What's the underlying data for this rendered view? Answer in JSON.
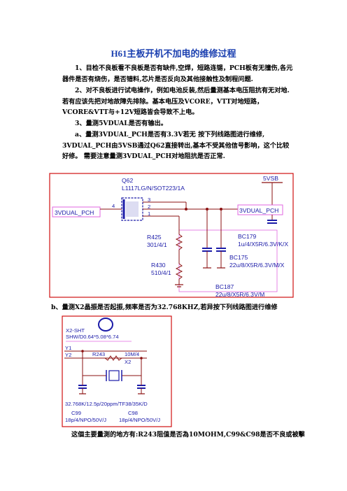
{
  "title": "H61主板开机不加电的维修过程",
  "paragraphs": [
    "1、目检不良板看不良板是否有缺件,空焊，短路连锡，PCH板有无撞伤,各元器件是否有烧伤，是否错料,芯片是否反向及其他接触性及制程问题.",
    "2、对不良板进行试电操作，例如电池反装,然后量测基本电压阻抗有无对地.若有应该先把对地故障先排除。基本电压及VCORE，VTT对地短路，VCORE&VTT与+12V短路皆会导致不上电。",
    "3、量测5VDUAL是否有输出。",
    "a、量测3VDUAL_PCH是否有3.3V若无 按下列线路图进行维修, 3VDUAL_PCH由5VSB通过Q62直接转出,基本不受其他信号影响，这个比较好修。 需要注意量测3VDUAL_PCH对地阻抗是否正常."
  ],
  "para_b": "b、量测X2晶振是否起振,频率是否为32.768KHZ,若异按下列线路图进行维修",
  "para_c": "这個主要量測的地方有:R243阻值是否為10MOHM,C99&C98是否不良或被擊",
  "schematic1": {
    "q62_ref": "Q62",
    "q62_part": "L1117LG/N/SOT223/1A",
    "pin4": "4",
    "pin3": "3",
    "pin2": "2",
    "pin1": "1",
    "net_in": "3VDUAL_PCH",
    "net_out": "3VDUAL_PCH",
    "net_5vsb": "5VSB",
    "r425_ref": "R425",
    "r425_val": "301/4/1",
    "r430_ref": "R430",
    "r430_val": "510/4/1",
    "bc179_ref": "BC179",
    "bc179_val": "1u/4/X5R/6.3V/K/X",
    "bc175_ref": "BC175",
    "bc175_val": "22u/8/X5R/6.3V/M/X",
    "bc187_ref": "BC187",
    "bc187_val": "22u/8/X5R/6.3V/M"
  },
  "schematic2": {
    "x2_ref": "X2-SHT",
    "x2_shield": "SHW/D0.64*5.08*6.74",
    "y1": "Y1",
    "y2": "Y2",
    "r243_ref": "R243",
    "r243_val": "10M/4",
    "x2_label": "X2",
    "crystal": "32.768K/12.5p/20ppm/TF38/35K/D",
    "c99_ref": "C99",
    "c98_ref": "C98",
    "c99_val": "18p/4/NPO/50V/J",
    "c98_val": "18p/4/NPO/50V/J"
  },
  "colors": {
    "title": "#1a3fb0",
    "wire": "#8b1010",
    "border": "#d01010",
    "label": "#1b1ba8",
    "pink": "#e066e0"
  }
}
